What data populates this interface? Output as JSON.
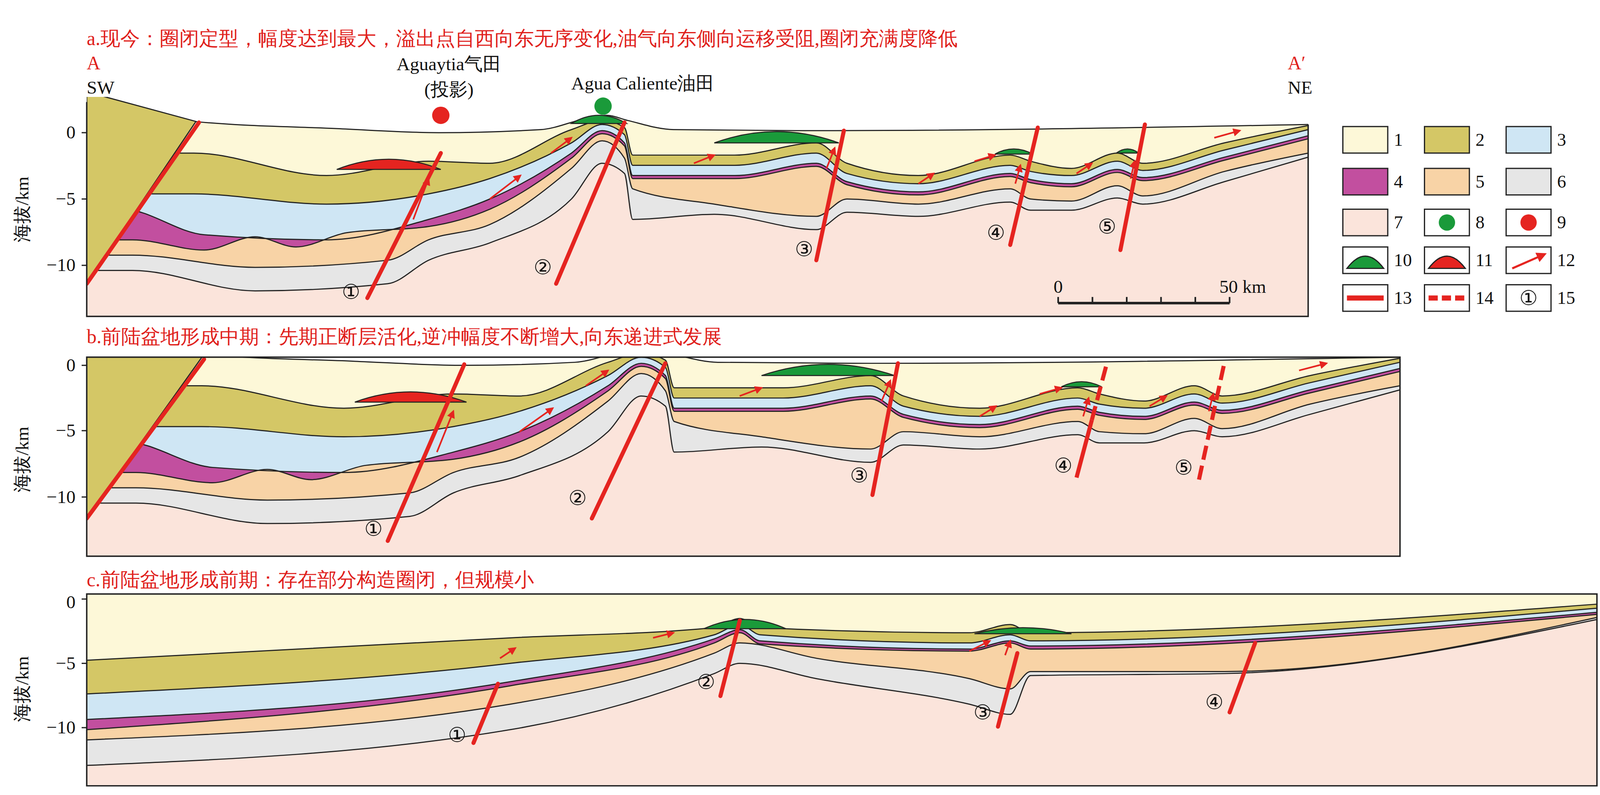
{
  "diagram": {
    "labels": [
      "a.现今：圈闭定型，幅度达到最大，溢出点自西向东无序变化,油气向东侧向运移受阻,圈闭充满度降低",
      "A",
      "SW",
      "Aguaytia气田",
      "(投影)",
      "Agua Caliente油田",
      "A′",
      "NE",
      "海拔/km",
      "0",
      "−5",
      "−10",
      "①",
      "②",
      "③",
      "④",
      "⑤",
      "0",
      "50 km",
      "①",
      "b.前陆盆地形成中期：先期正断层活化,逆冲幅度不断增大,向东递进式发展",
      "海拔/km",
      "0",
      "−5",
      "−10",
      "①",
      "②",
      "③",
      "④",
      "⑤",
      "c.前陆盆地形成前期：存在部分构造圈闭，但规模小",
      "海拔/km",
      "0",
      "−5",
      "−10",
      "①",
      "②",
      "③",
      "④"
    ],
    "legend": [
      {
        "text": "1",
        "color": "#fdf8d8"
      },
      {
        "text": "2",
        "color": "#d4c766"
      },
      {
        "text": "3",
        "color": "#cfe6f4"
      },
      {
        "text": "4",
        "color": "#c24f9f"
      },
      {
        "text": "5",
        "color": "#f8d3a6"
      },
      {
        "text": "6",
        "color": "#e6e6e6"
      },
      {
        "text": "7",
        "color": "#fbe4db"
      },
      {
        "text": "8"
      },
      {
        "text": "9"
      },
      {
        "text": "10"
      },
      {
        "text": "11"
      },
      {
        "text": "12"
      },
      {
        "text": "13"
      },
      {
        "text": "14"
      },
      {
        "text": "15"
      }
    ]
  }
}
